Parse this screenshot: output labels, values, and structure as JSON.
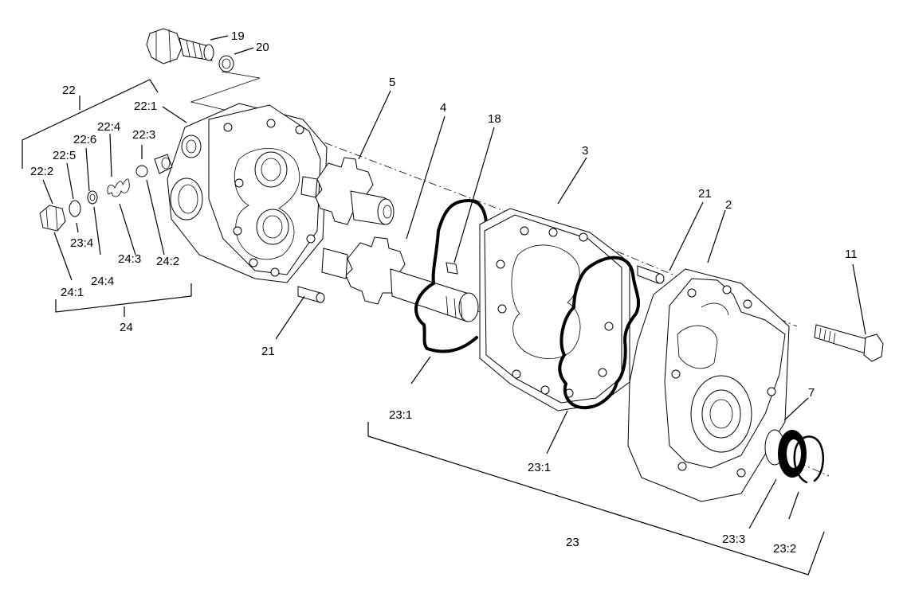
{
  "labels": {
    "l19": "19",
    "l20": "20",
    "l22": "22",
    "l22_1": "22:1",
    "l22_2": "22:2",
    "l22_3": "22:3",
    "l22_4": "22:4",
    "l22_5": "22:5",
    "l22_6": "22:6",
    "l23_4": "23:4",
    "l24_1": "24:1",
    "l24_2": "24:2",
    "l24_3": "24:3",
    "l24_4": "24:4",
    "l24": "24",
    "l5": "5",
    "l4": "4",
    "l18": "18",
    "l3": "3",
    "l21a": "21",
    "l21b": "21",
    "l2": "2",
    "l11": "11",
    "l7": "7",
    "l23_1a": "23:1",
    "l23_1b": "23:1",
    "l23": "23",
    "l23_3": "23:3",
    "l23_2": "23:2"
  },
  "colors": {
    "line": "#000000",
    "background": "#ffffff"
  }
}
